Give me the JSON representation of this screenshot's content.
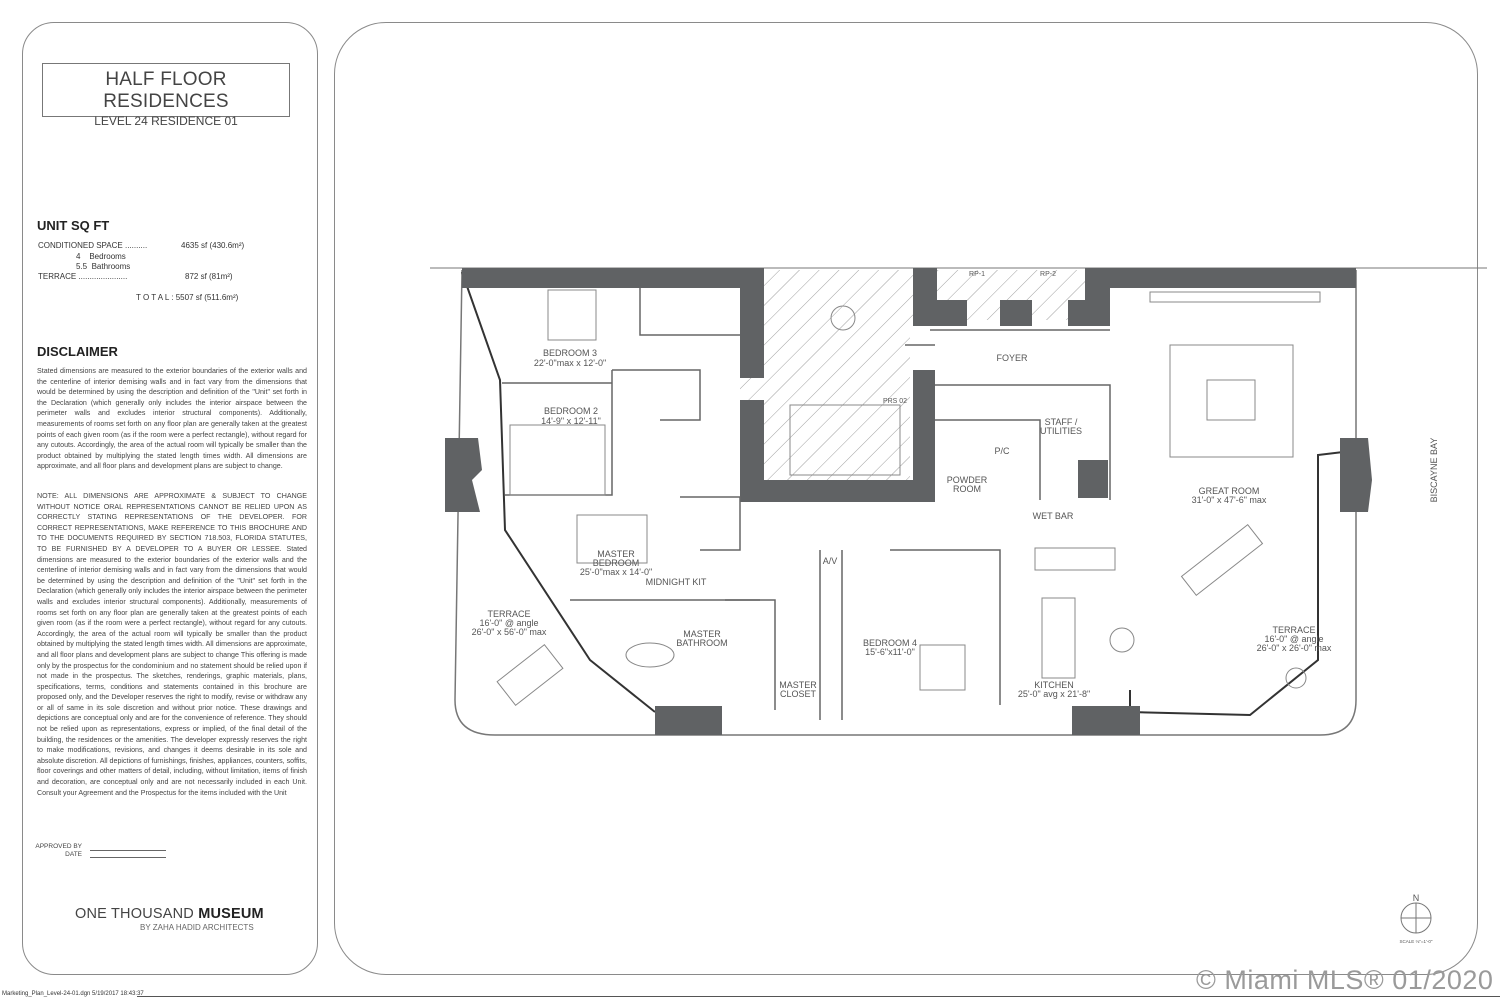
{
  "header": {
    "title": "HALF FLOOR RESIDENCES",
    "subtitle": "LEVEL 24 RESIDENCE 01"
  },
  "unit_sq_ft": {
    "heading": "UNIT SQ FT",
    "conditioned_label": "CONDITIONED SPACE ..........",
    "conditioned_value": "4635 sf (430.6m²)",
    "bedrooms": "4    Bedrooms",
    "bathrooms": "5.5  Bathrooms",
    "terrace_label": "TERRACE ......................",
    "terrace_value": "872 sf (81m²)",
    "total": "T O T A L : 5507 sf (511.6m²)"
  },
  "disclaimer": {
    "heading": "DISCLAIMER",
    "paragraph1": "Stated dimensions are measured to the exterior boundaries of the exterior walls and the centerline of interior demising walls and in fact vary from the dimensions that would be determined by using the description and definition of the \"Unit\" set forth in the Declaration (which generally only includes the interior airspace between the perimeter walls and excludes interior structural components). Additionally, measurements of rooms set forth on any floor plan are generally taken at the greatest points of each given room (as if the room were a perfect rectangle), without regard for any cutouts. Accordingly, the area of the actual room will typically be smaller than the product obtained by multiplying the stated length times width. All dimensions are approximate, and all floor plans and development plans are subject to change.",
    "paragraph2": "NOTE: ALL DIMENSIONS ARE APPROXIMATE & SUBJECT TO CHANGE WITHOUT NOTICE ORAL REPRESENTATIONS CANNOT BE RELIED UPON AS CORRECTLY STATING REPRESENTATIONS OF THE DEVELOPER. FOR CORRECT REPRESENTATIONS, MAKE REFERENCE TO THIS BROCHURE AND TO THE DOCUMENTS REQUIRED BY SECTION 718.503, FLORIDA STATUTES, TO BE FURNISHED BY A DEVELOPER TO A BUYER OR LESSEE. Stated dimensions are measured to the exterior boundaries of the exterior walls and the centerline of interior demising walls and in fact vary from the dimensions that would be determined by using the description and definition of the \"Unit\" set forth in the Declaration (which generally only includes the interior airspace between the perimeter walls and excludes interior structural components). Additionally, measurements of rooms set forth on any floor plan are generally taken at the greatest points of each given room (as if the room were a perfect rectangle), without regard for any cutouts. Accordingly, the area of the actual room will typically be smaller than the product obtained by multiplying the stated length times width. All dimensions are approximate, and all floor plans and development plans are subject to change This offering is made only by the prospectus for the condominium and no statement should be relied upon if not made in the prospectus. The sketches, renderings, graphic materials, plans, specifications, terms, conditions and statements contained in this brochure are proposed only, and the Developer reserves the right to modify, revise or withdraw any or all of same in its sole discretion and without prior notice. These drawings and depictions are conceptual only and are for the convenience of reference. They should not be relied upon as representations, express or implied, of the final detail of the building, the residences or the amenities. The developer expressly reserves the right to make modifications, revisions, and changes it deems desirable in its sole and absolute discretion. All depictions of furnishings, finishes, appliances, counters, soffits, floor coverings and other matters of detail, including, without limitation, items of finish and decoration, are conceptual only and are not necessarily included in each Unit.  Consult your Agreement and the Prospectus for the items included with the Unit"
  },
  "approval": {
    "approved_by": "APPROVED BY",
    "date": "DATE"
  },
  "logo": {
    "name_light": "ONE THOUSAND ",
    "name_bold": "MUSEUM",
    "byline": "BY ZAHA HADID ARCHITECTS"
  },
  "footer": {
    "file": "Marketing_Plan_Level-24-01.dgn 5/19/2017 18:43:37"
  },
  "watermark": "© Miami MLS® 01/2020",
  "plan": {
    "rooms": {
      "bedroom3": {
        "name": "BEDROOM 3",
        "dims": "22'-0\"max x 12'-0\""
      },
      "bedroom2": {
        "name": "BEDROOM 2",
        "dims": "14'-9\" x 12'-11\""
      },
      "master_bedroom": {
        "name1": "MASTER",
        "name2": "BEDROOM",
        "dims": "25'-0\"max x 14'-0\""
      },
      "midnight_kit": "MIDNIGHT KIT",
      "av": "A/V",
      "terrace_west": {
        "name": "TERRACE",
        "dims1": "16'-0\" @ angle",
        "dims2": "26'-0\" x 56'-0\" max"
      },
      "master_bathroom": {
        "name1": "MASTER",
        "name2": "BATHROOM"
      },
      "master_closet": {
        "name1": "MASTER",
        "name2": "CLOSET"
      },
      "bedroom4": {
        "name": "BEDROOM 4",
        "dims": "15'-6\"x11'-0\""
      },
      "kitchen": {
        "name": "KITCHEN",
        "dims": "25'-0\" avg x 21'-8\""
      },
      "foyer": "FOYER",
      "staff": {
        "name1": "STAFF /",
        "name2": "UTILITIES"
      },
      "pc": "P/C",
      "powder": {
        "name1": "POWDER",
        "name2": "ROOM"
      },
      "wet_bar": "WET BAR",
      "great_room": {
        "name": "GREAT ROOM",
        "dims": "31'-0\" x 47'-6\" max"
      },
      "terrace_east": {
        "name": "TERRACE",
        "dims1": "16'-0\" @ angle",
        "dims2": "26'-0\" x 26'-0\" max"
      },
      "rp1": "RP-1",
      "rp2": "RP-2",
      "prs": "PRS 02",
      "bay": "BISCAYNE BAY"
    },
    "compass": {
      "north": "N",
      "scale": "SCALE ⅛\"=1'-0\""
    }
  },
  "colors": {
    "wall": "#606264",
    "line": "#777777",
    "text": "#555555"
  }
}
